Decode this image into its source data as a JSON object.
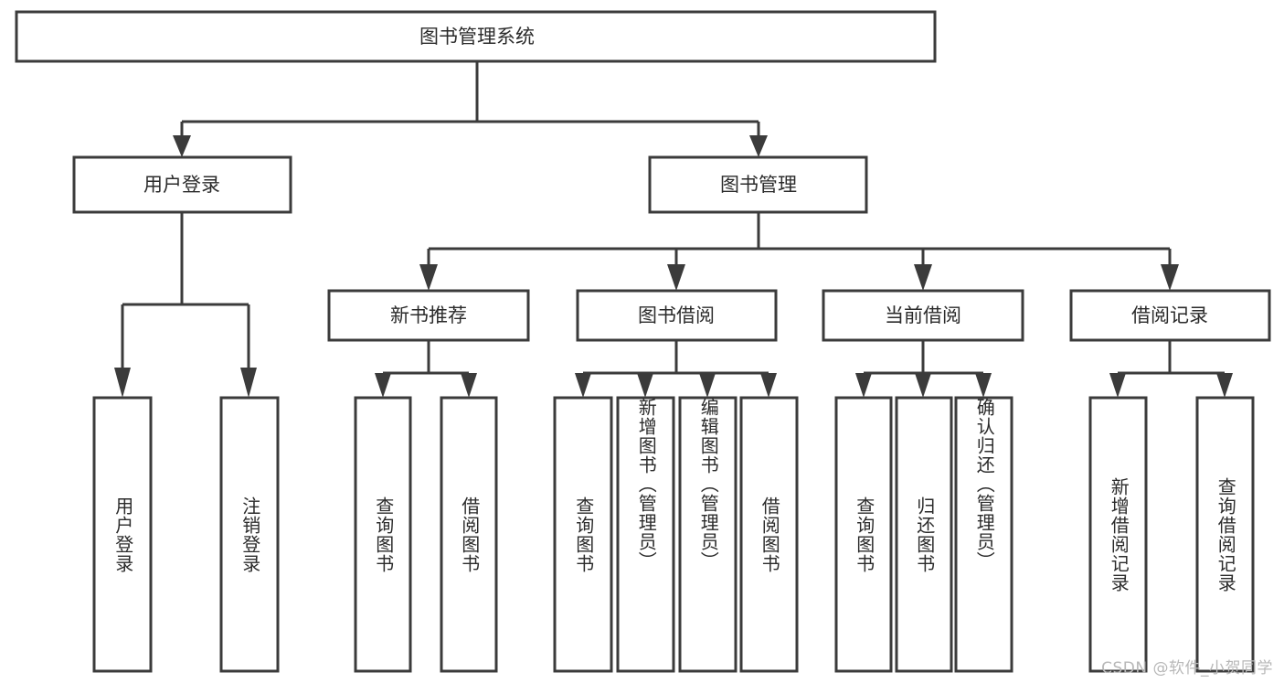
{
  "diagram": {
    "title": "图书管理系统",
    "type": "tree",
    "orientation": "top-down",
    "colors": {
      "box_stroke": "#3b3b3b",
      "box_fill": "#ffffff",
      "link": "#3b3b3b",
      "text": "#2b2b2b",
      "watermark": "#b8b8b8"
    },
    "root": {
      "id": "root",
      "label": "图书管理系统",
      "children": [
        {
          "id": "user-login",
          "label": "用户登录",
          "children": [
            {
              "id": "leaf-user-login",
              "label": "用户登录"
            },
            {
              "id": "leaf-user-logout",
              "label": "注销登录"
            }
          ]
        },
        {
          "id": "book-management",
          "label": "图书管理",
          "children": [
            {
              "id": "new-book-recommend",
              "label": "新书推荐",
              "children": [
                {
                  "id": "leaf-query-book-1",
                  "label": "查询图书"
                },
                {
                  "id": "leaf-borrow-book-1",
                  "label": "借阅图书"
                }
              ]
            },
            {
              "id": "book-borrow",
              "label": "图书借阅",
              "children": [
                {
                  "id": "leaf-query-book-2",
                  "label": "查询图书"
                },
                {
                  "id": "leaf-add-book",
                  "label": "新增图书（管理员）"
                },
                {
                  "id": "leaf-edit-book",
                  "label": "编辑图书（管理员）"
                },
                {
                  "id": "leaf-borrow-book-2",
                  "label": "借阅图书"
                }
              ]
            },
            {
              "id": "current-borrow",
              "label": "当前借阅",
              "children": [
                {
                  "id": "leaf-query-book-3",
                  "label": "查询图书"
                },
                {
                  "id": "leaf-return-book",
                  "label": "归还图书"
                },
                {
                  "id": "leaf-confirm-return",
                  "label": "确认归还（管理员）"
                }
              ]
            },
            {
              "id": "borrow-records",
              "label": "借阅记录",
              "children": [
                {
                  "id": "leaf-add-record",
                  "label": "新增借阅记录"
                },
                {
                  "id": "leaf-query-record",
                  "label": "查询借阅记录"
                }
              ]
            }
          ]
        }
      ]
    }
  },
  "watermark": {
    "text": "CSDN @软件_小贺同学"
  }
}
